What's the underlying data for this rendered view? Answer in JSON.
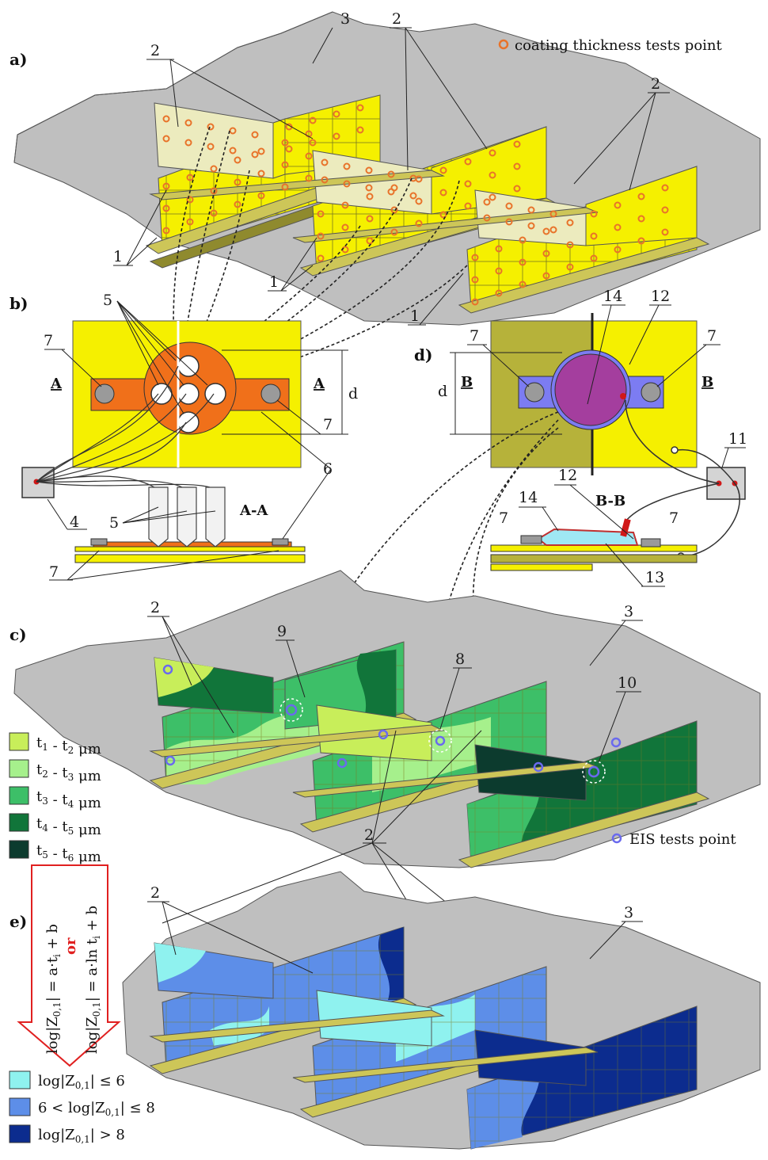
{
  "panels": {
    "a": "a)",
    "b": "b)",
    "c": "c)",
    "d": "d)",
    "e": "e)"
  },
  "legend_top": {
    "text": "coating thickness tests point",
    "marker_color": "#e8732a"
  },
  "legend_eis": {
    "text": "EIS tests point",
    "marker_color": "#6a6aee"
  },
  "thickness_legend": [
    {
      "t1": "t",
      "s1": "1",
      "t2": "t",
      "s2": "2",
      "unit": "μm",
      "color": "#c8ee5a"
    },
    {
      "t1": "t",
      "s1": "2",
      "t2": "t",
      "s2": "3",
      "unit": "μm",
      "color": "#a6f08c"
    },
    {
      "t1": "t",
      "s1": "3",
      "t2": "t",
      "s2": "4",
      "unit": "μm",
      "color": "#3dbf68"
    },
    {
      "t1": "t",
      "s1": "4",
      "t2": "t",
      "s2": "5",
      "unit": "μm",
      "color": "#11753a"
    },
    {
      "t1": "t",
      "s1": "5",
      "t2": "t",
      "s2": "6",
      "unit": "μm",
      "color": "#0c3b2e"
    }
  ],
  "impedance_legend": [
    {
      "text": "log|Z",
      "sub": "0,1",
      "rest": "| ≤ 6",
      "color": "#8ff2ef"
    },
    {
      "text": "6 < log|Z",
      "sub": "0,1",
      "rest": "| ≤ 8",
      "color": "#5d8ee8"
    },
    {
      "text": "log|Z",
      "sub": "0,1",
      "rest": "| > 8",
      "color": "#0c2c8e"
    }
  ],
  "arrow": {
    "eq1": "log|Z",
    "eq1_sub": "0,1",
    "eq1_rest": "| = a·t",
    "eq1_i": "i",
    "eq1_end": " + b",
    "or": "or",
    "eq2": "log|Z",
    "eq2_sub": "0,1",
    "eq2_rest": "| = a·ln t",
    "eq2_i": "i",
    "eq2_end": " + b",
    "or_color": "#e02020"
  },
  "labels": {
    "n1": "1",
    "n2": "2",
    "n3": "3",
    "n4": "4",
    "n5": "5",
    "n6": "6",
    "n7": "7",
    "n8": "8",
    "n9": "9",
    "n10": "10",
    "n11": "11",
    "n12": "12",
    "n13": "13",
    "n14": "14",
    "A": "A",
    "B": "B",
    "AA": "A-A",
    "BB": "B-B",
    "d": "d"
  },
  "colors": {
    "slab": "#bebebe",
    "beam": "#f5f000",
    "flange": "#cdc658",
    "flange_dark": "#8f8a2e",
    "plate_orange": "#f0701a",
    "sensor_blue": "#7c7cf2",
    "cell_purple": "#a43e9e",
    "green_bg": "#b6b23a",
    "blue_mid": "#5d8ee8",
    "blue_dark": "#0c2c8e",
    "blue_light": "#8ff2ef"
  }
}
